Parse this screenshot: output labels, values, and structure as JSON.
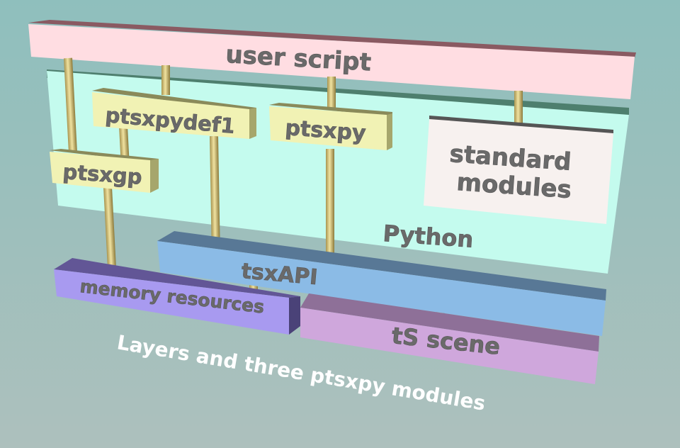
{
  "diagram": {
    "caption": "Layers and three ptsxpy modules",
    "layers": {
      "user_script": "user script",
      "python": "Python",
      "tsxapi": "tsxAPI",
      "memory": "memory resources",
      "ts_scene": "tS scene"
    },
    "modules": {
      "ptsxpydef1": "ptsxpydef1",
      "ptsxpy": "ptsxpy",
      "ptsxgp": "ptsxgp",
      "standard_line1": "standard",
      "standard_line2": "modules"
    },
    "colors": {
      "user_script": "#ffdde2",
      "python": "#c4fbee",
      "module": "#f1f2b4",
      "standard": "#f7f1ef",
      "tsxapi": "#8bbbe6",
      "memory": "#a89af0",
      "ts_scene": "#cfa7dc",
      "rod": "#d9c47a",
      "caption": "#ffffff"
    }
  }
}
